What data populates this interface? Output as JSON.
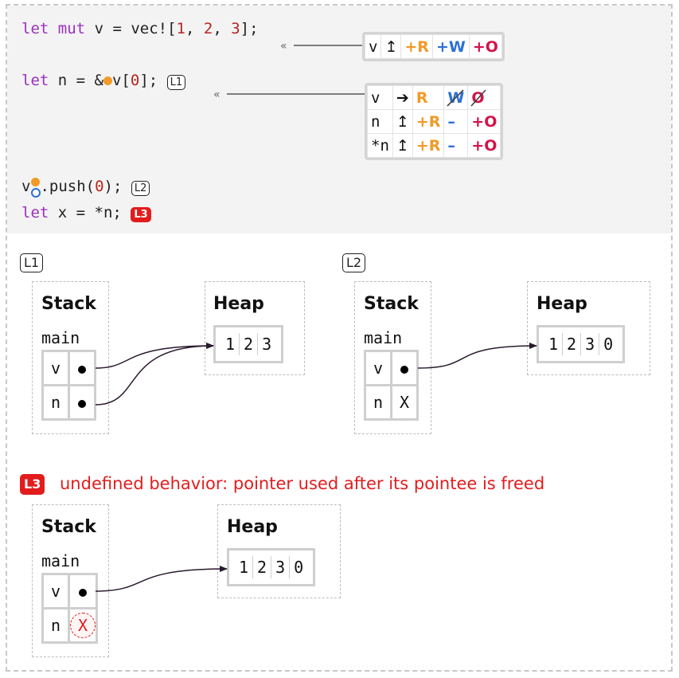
{
  "code": {
    "line1": {
      "kw1": "let",
      "kw2": "mut",
      "pre": "v = vec![",
      "n1": "1",
      "sep1": ", ",
      "n2": "2",
      "sep2": ", ",
      "n3": "3",
      "post": "];"
    },
    "line2": {
      "kw": "let",
      "pre": "n = &",
      "post1": "v[",
      "n0": "0",
      "post2": "];",
      "label": "L1"
    },
    "line3": {
      "pre": "v",
      "mid": ".push(",
      "n0": "0",
      "post": ");",
      "label": "L2"
    },
    "line4": {
      "kw": "let",
      "rest": "x = *n;",
      "label": "L3"
    }
  },
  "perm_box1": {
    "rows": [
      {
        "var": "v",
        "arrow": "↥",
        "r": "+R",
        "w": "+W",
        "o": "+O"
      }
    ]
  },
  "perm_box2": {
    "rows": [
      {
        "var": "v",
        "arrow": "➔",
        "r": "R",
        "w": "W",
        "o": "O"
      },
      {
        "var": "n",
        "arrow": "↥",
        "r": "+R",
        "w": "–",
        "o": "+O"
      },
      {
        "var": "*n",
        "arrow": "↥",
        "r": "+R",
        "w": "–",
        "o": "+O"
      }
    ]
  },
  "panels": {
    "l1": {
      "label": "L1",
      "stack_title": "Stack",
      "frame": "main",
      "heap_title": "Heap",
      "vars": [
        "v",
        "n"
      ],
      "heap": [
        "1",
        "2",
        "3"
      ]
    },
    "l2": {
      "label": "L2",
      "stack_title": "Stack",
      "frame": "main",
      "heap_title": "Heap",
      "vars": [
        "v",
        "n"
      ],
      "n_value": "X",
      "heap": [
        "1",
        "2",
        "3",
        "0"
      ]
    },
    "l3": {
      "label": "L3",
      "stack_title": "Stack",
      "frame": "main",
      "heap_title": "Heap",
      "vars": [
        "v",
        "n"
      ],
      "n_value": "X",
      "heap": [
        "1",
        "2",
        "3",
        "0"
      ],
      "error": "undefined behavior: pointer used after its pointee is freed"
    }
  },
  "colors": {
    "read": "#f19a25",
    "write": "#2b70d6",
    "own": "#d4134a",
    "error": "#e21c1c",
    "keyword": "#9a2fbf"
  }
}
